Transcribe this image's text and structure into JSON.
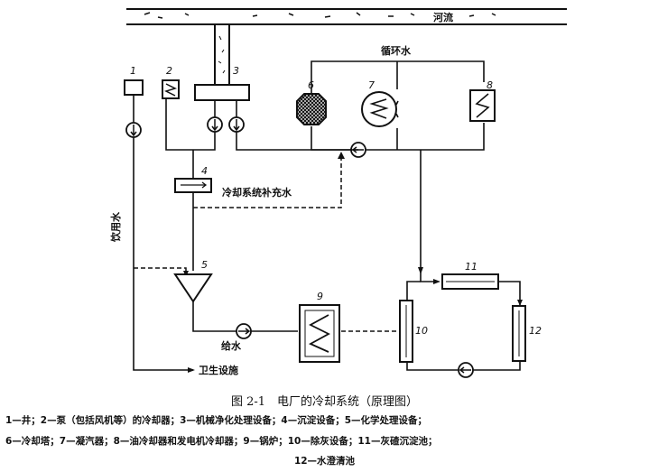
{
  "labels": {
    "river": "河流",
    "circulating_water": "循环水",
    "makeup_water": "冷却系统补充水",
    "drinking_water": "饮用水",
    "feed_water": "给水",
    "sanitary": "卫生设施"
  },
  "numbers": [
    "1",
    "2",
    "3",
    "4",
    "5",
    "6",
    "7",
    "8",
    "9",
    "10",
    "11",
    "12"
  ],
  "caption": "图 2-1　电厂的冷却系统（原理图）",
  "legend": {
    "line1": "1—井；2—泵（包括风机等）的冷却器；3—机械净化处理设备；4—沉淀设备；5—化学处理设备；",
    "line2": "6—冷却塔；7—凝汽器；8—油冷却器和发电机冷却器；9—锅炉；10—除灰设备；11—灰碴沉淀池；",
    "line3": "12—水澄清池"
  }
}
